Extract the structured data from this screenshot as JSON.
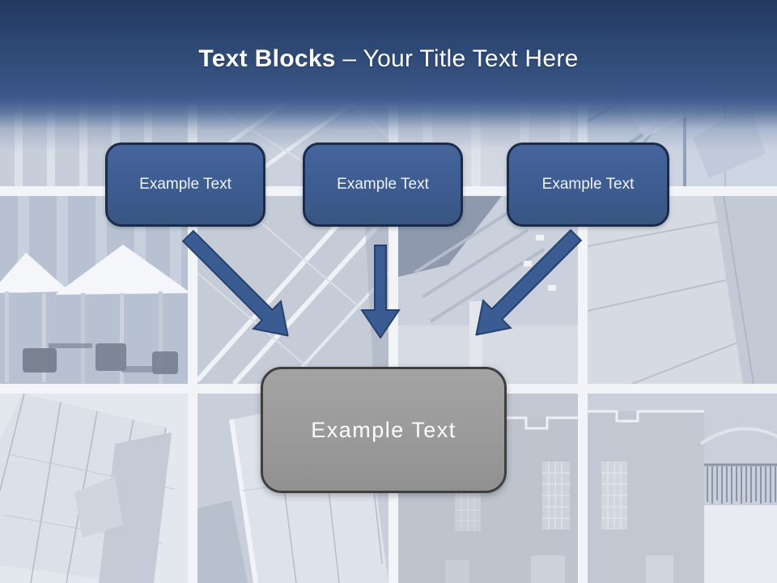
{
  "slide": {
    "title": {
      "emphasis": "Text Blocks",
      "separator": " – ",
      "rest": "Your Title Text Here"
    },
    "blocks": [
      {
        "label": "Example Text"
      },
      {
        "label": "Example Text"
      },
      {
        "label": "Example Text"
      }
    ],
    "result_block": {
      "label": "Example Text"
    }
  },
  "colors": {
    "header-top": "#24395F",
    "header-mid": "#3E5B8D",
    "title-text": "#FFFFFF",
    "box-fill": "#3E5D93",
    "box-border": "#1C2B4A",
    "box-text": "#EFF3F9",
    "arrow-fill": "#3B5C93",
    "arrow-stroke": "#27416C",
    "gray-fill": "#9B9B9B",
    "gray-border": "#3E3E3E"
  }
}
